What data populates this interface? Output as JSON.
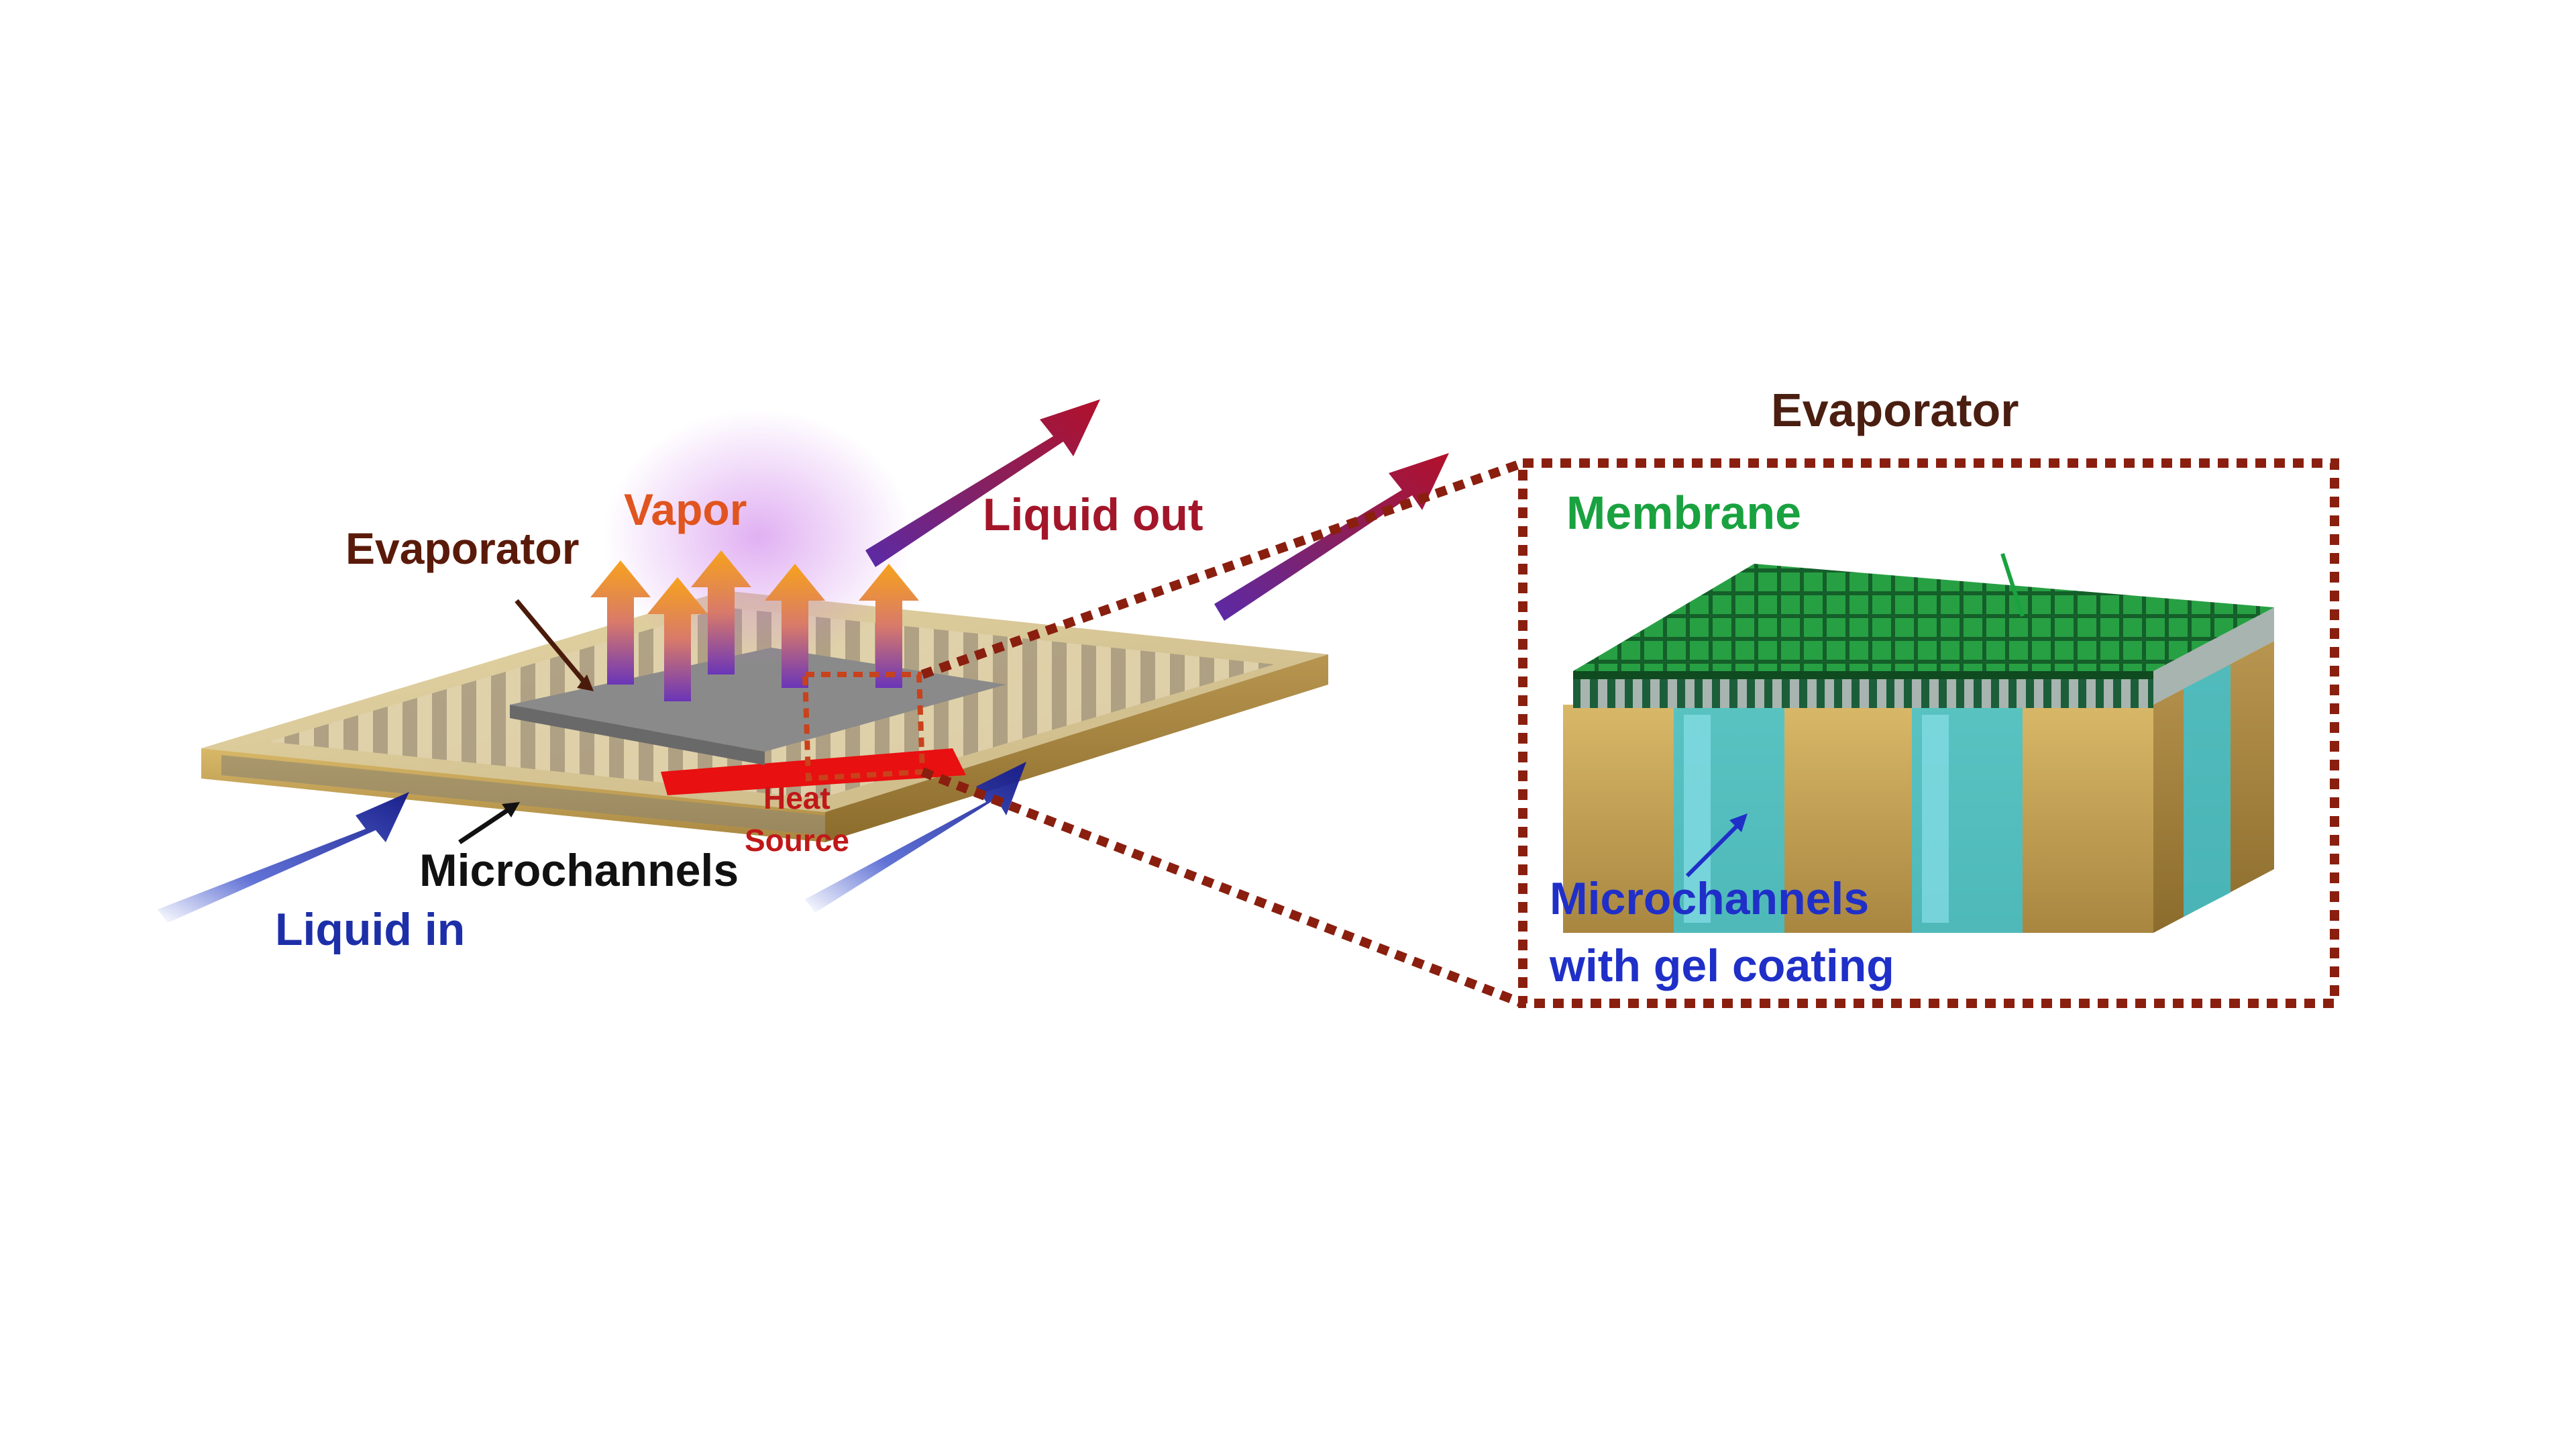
{
  "labels": {
    "vapor": "Vapor",
    "liquid_out": "Liquid out",
    "evaporator_left": "Evaporator",
    "heat_line1": "Heat",
    "heat_line2": "Source",
    "microchannels_left": "Microchannels",
    "liquid_in": "Liquid in",
    "evaporator_right": "Evaporator",
    "membrane": "Membrane",
    "gel_line1": "Microchannels",
    "gel_line2": "with gel coating"
  },
  "colors": {
    "vapor_text": "#e0551f",
    "liquid_out_text": "#a3162a",
    "evaporator_text": "#5a1a0a",
    "heat_text": "#c01818",
    "microchannels_text": "#111111",
    "liquid_in_text": "#1d2fa8",
    "membrane_text": "#19a23f",
    "gel_text": "#1f2fc8",
    "dotted_frame": "#8a1f0f",
    "substrate_gold": "#c9a760",
    "membrane_green": "#1f8a3c",
    "channel_cyan": "#38c6d8",
    "heat_source_red": "#e81010"
  }
}
